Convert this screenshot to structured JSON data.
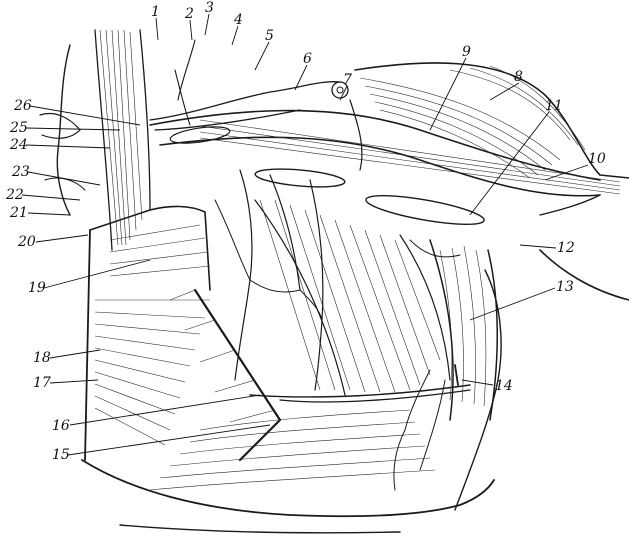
{
  "figure": {
    "type": "anatomical line engraving (deep dissection of the axilla and lateral chest wall)",
    "colors": {
      "ink": "#1a1a1a",
      "paper": "#ffffff"
    },
    "labels": [
      "1",
      "2",
      "3",
      "4",
      "5",
      "6",
      "7",
      "8",
      "9",
      "10",
      "11",
      "12",
      "13",
      "14",
      "15",
      "16",
      "17",
      "18",
      "19",
      "20",
      "21",
      "22",
      "23",
      "24",
      "25",
      "26"
    ]
  }
}
